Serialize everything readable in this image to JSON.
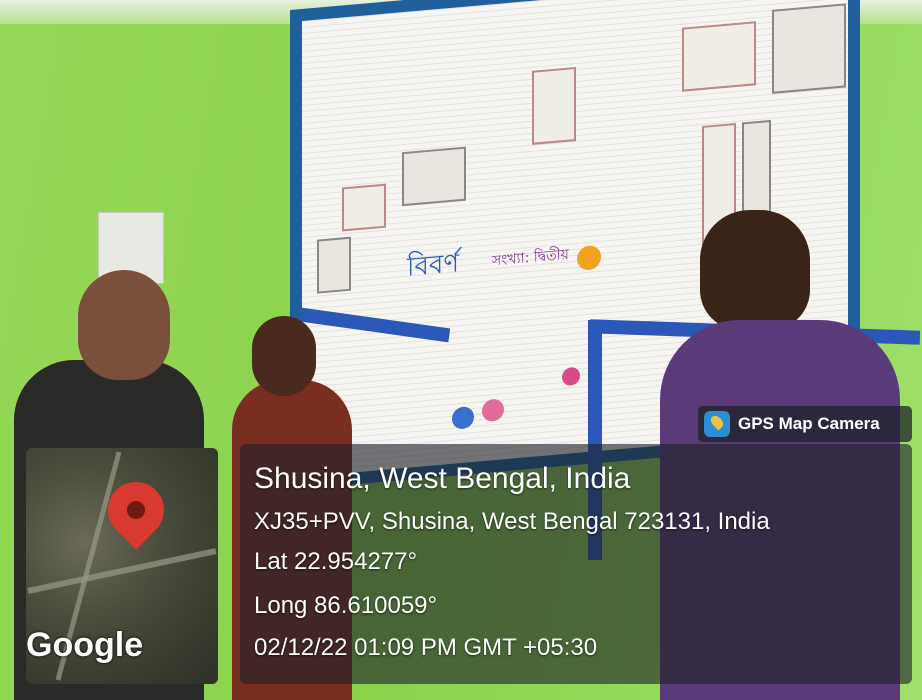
{
  "overlay": {
    "badge_label": "GPS Map Camera",
    "place": "Shusina, West Bengal, India",
    "address": "XJ35+PVV, Shusina, West Bengal 723131, India",
    "latitude": "Lat 22.954277°",
    "longitude": "Long 86.610059°",
    "datetime": "02/12/22 01:09 PM GMT +05:30",
    "map_logo": "Google"
  },
  "board": {
    "title_text": "বিবর্ণ",
    "subtitle_text": "সংখ্যা: দ্বিতীয়"
  },
  "colors": {
    "wall": "#8bd24b",
    "board_frame": "#1f5f9c",
    "ribbon": "#2b58b8",
    "pin": "#d93a2f",
    "overlay_bg": "rgba(30,34,40,0.62)"
  },
  "icons": [
    "map-pin-icon",
    "gps-camera-icon"
  ]
}
